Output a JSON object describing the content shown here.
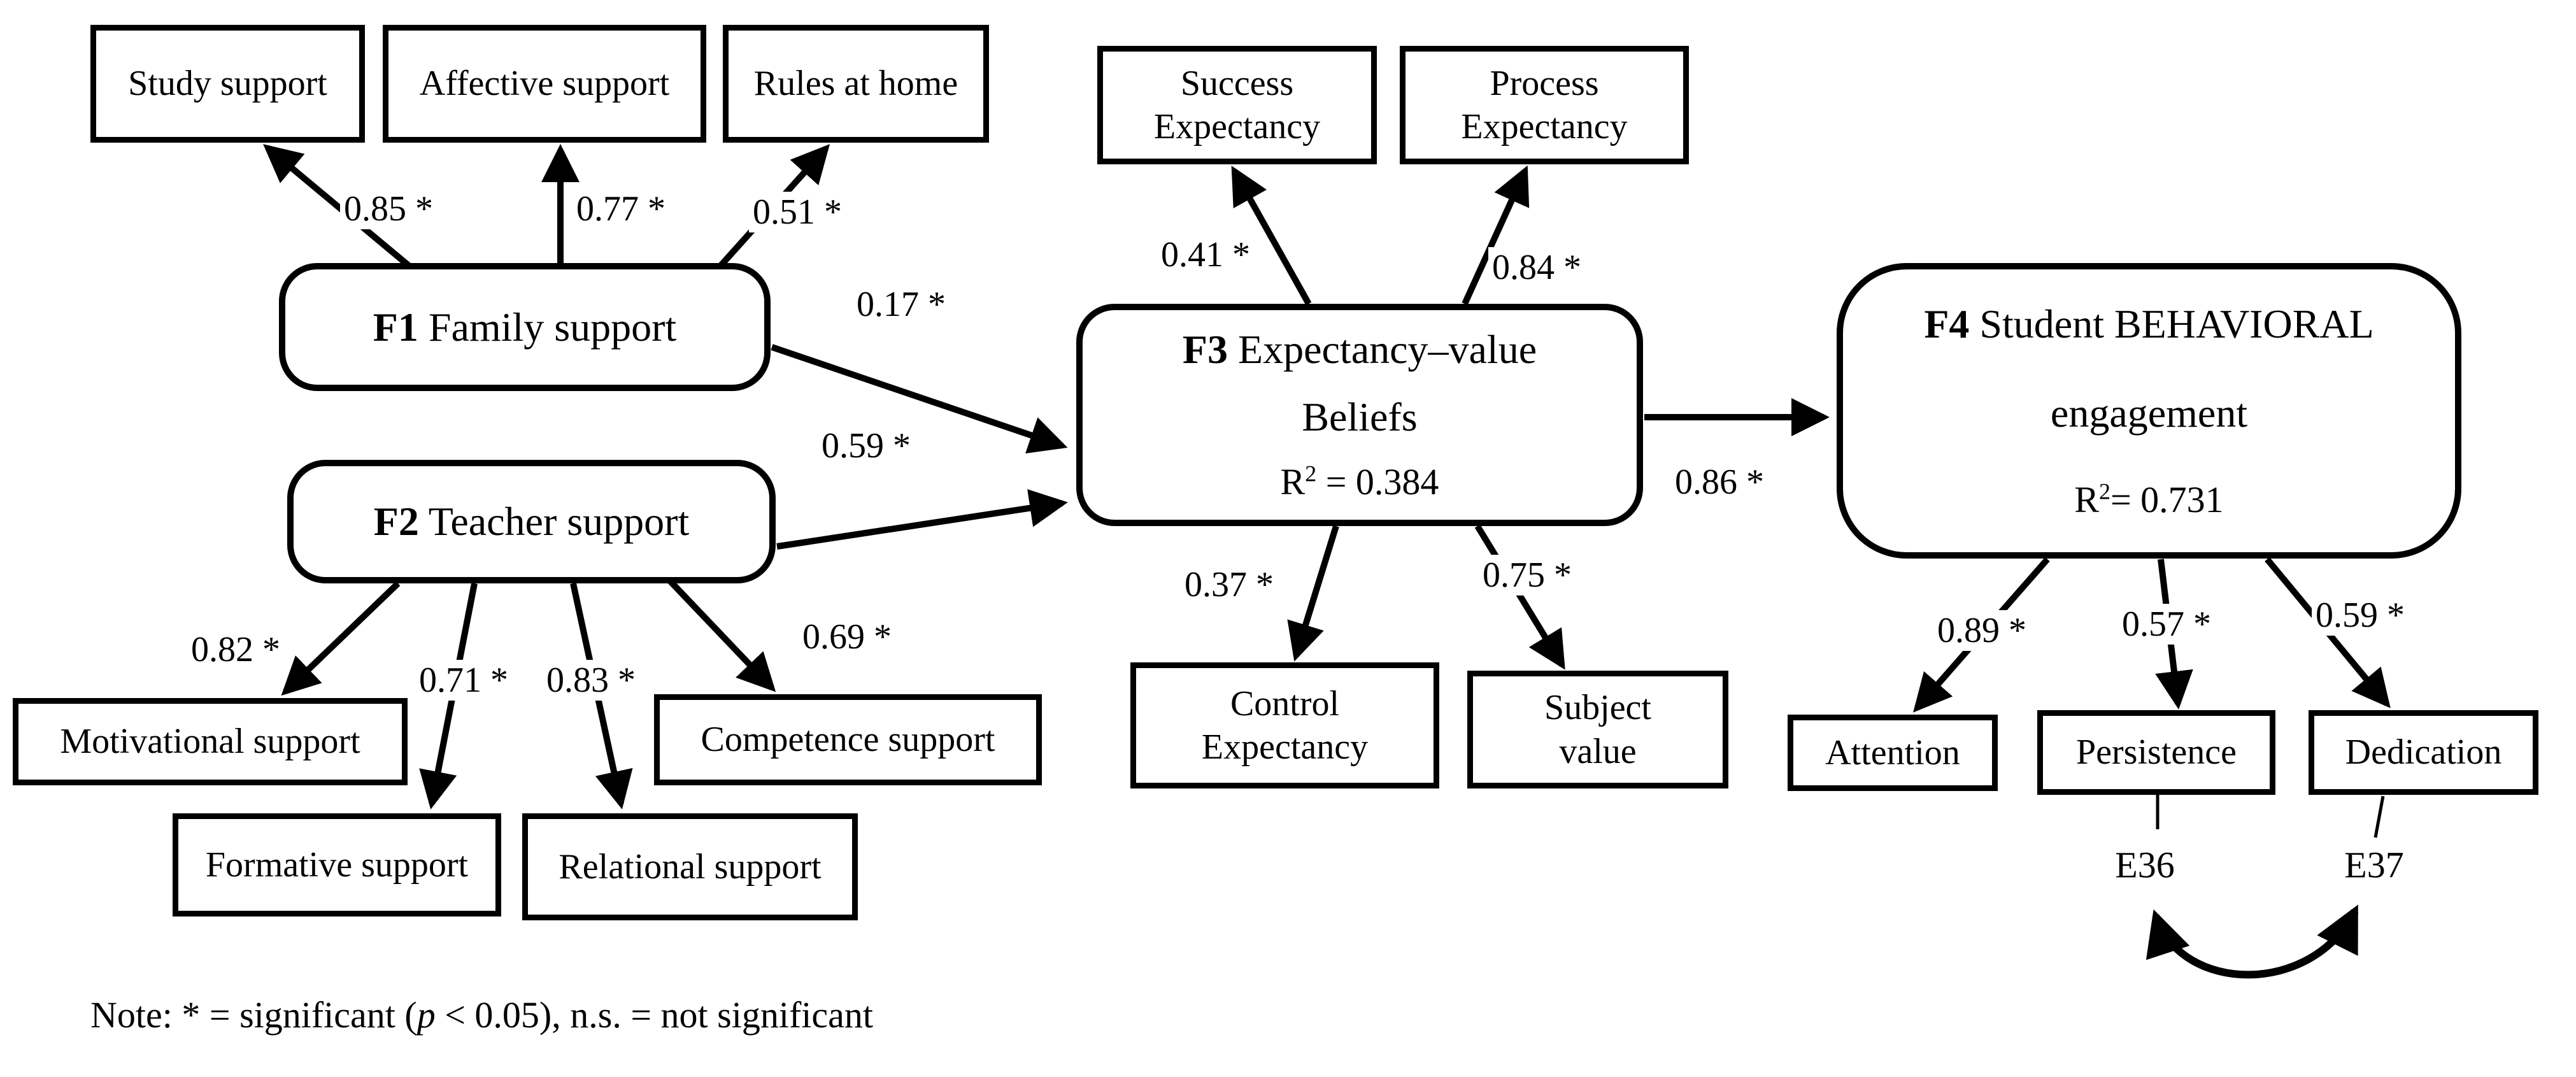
{
  "colors": {
    "ink": "#000000",
    "background": "#ffffff"
  },
  "nodes": {
    "study": "Study support",
    "affective": "Affective support",
    "rules": "Rules at home",
    "motivational": "Motivational support",
    "formative": "Formative support",
    "relational": "Relational support",
    "competence": "Competence support",
    "success": {
      "line1": "Success",
      "line2": "Expectancy"
    },
    "process": {
      "line1": "Process",
      "line2": "Expectancy"
    },
    "control": {
      "line1": "Control",
      "line2": "Expectancy"
    },
    "subject": {
      "line1": "Subject",
      "line2": "value"
    },
    "attention": "Attention",
    "persistence": "Persistence",
    "dedication": "Dedication"
  },
  "factors": {
    "f1": {
      "id": "F1",
      "name": " Family support"
    },
    "f2": {
      "id": "F2",
      "name": " Teacher support"
    },
    "f3": {
      "id": "F3",
      "name": " Expectancy–value",
      "line2": "Beliefs",
      "r2": {
        "base": "R",
        "sup": "2",
        "val": " = 0.384"
      }
    },
    "f4": {
      "id": "F4",
      "name": " Student BEHAVIORAL",
      "line2": "engagement",
      "r2": {
        "base": "R",
        "sup": "2",
        "val": "= 0.731"
      }
    }
  },
  "loadings": {
    "f1_study": "0.85 *",
    "f1_affective": "0.77 *",
    "f1_rules": "0.51 *",
    "f1_f3": "0.17 *",
    "f2_f3": "0.59 *",
    "f2_motivational": "0.82 *",
    "f2_formative": "0.71 *",
    "f2_relational": "0.83 *",
    "f2_competence": "0.69 *",
    "f3_success": "0.41 *",
    "f3_process": "0.84 *",
    "f3_control": "0.37 *",
    "f3_subject": "0.75 *",
    "f3_f4": "0.86 *",
    "f4_attention": "0.89 *",
    "f4_persistence": "0.57 *",
    "f4_dedication": "0.59 *"
  },
  "errors": {
    "e36": "E36",
    "e37": "E37"
  },
  "note": {
    "prefix": "Note: * = significant (",
    "p": "p",
    "suffix": " < 0.05), n.s. = not significant"
  }
}
